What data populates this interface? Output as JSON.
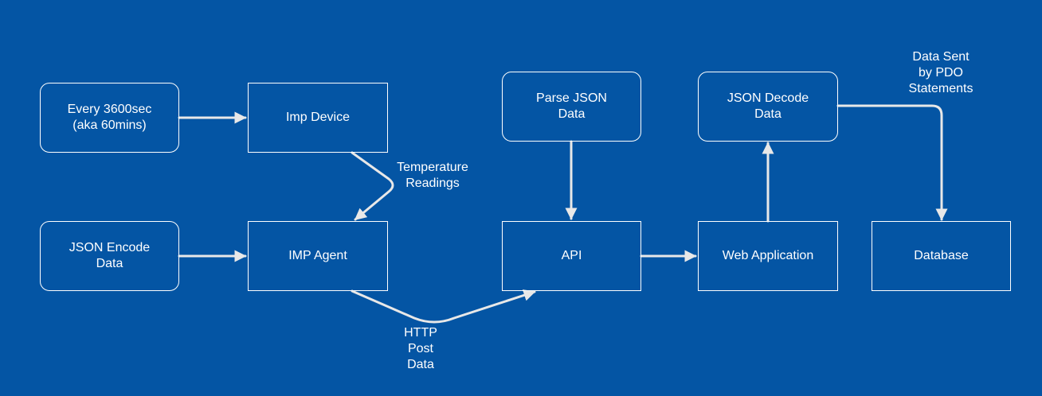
{
  "nodes": {
    "timer": {
      "label": "Every 3600sec\n(aka 60mins)"
    },
    "imp_device": {
      "label": "Imp Device"
    },
    "json_encode": {
      "label": "JSON Encode\nData"
    },
    "imp_agent": {
      "label": "IMP Agent"
    },
    "parse_json": {
      "label": "Parse JSON\nData"
    },
    "api": {
      "label": "API"
    },
    "json_decode": {
      "label": "JSON Decode\nData"
    },
    "web_application": {
      "label": "Web Application"
    },
    "database": {
      "label": "Database"
    }
  },
  "edge_labels": {
    "temperature_readings": "Temperature\nReadings",
    "http_post_data": "HTTP\nPost\nData",
    "data_sent_pdo": "Data Sent\nby PDO\nStatements"
  },
  "colors": {
    "background": "#0455a4",
    "stroke": "#ffffff",
    "connector": "#e8e8e8"
  }
}
